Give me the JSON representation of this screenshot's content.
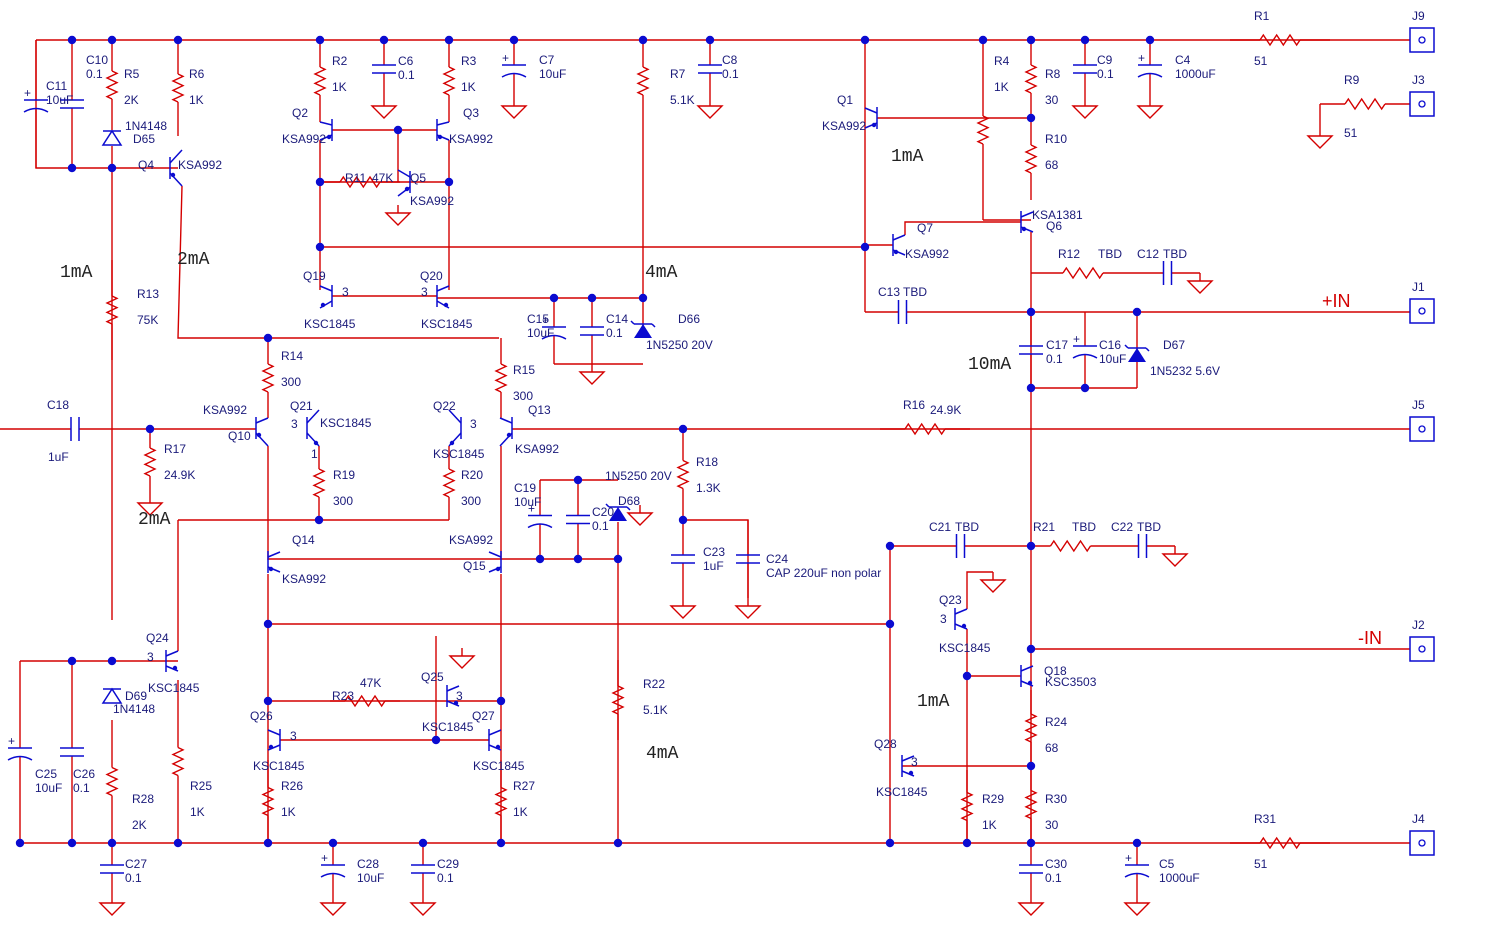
{
  "currents": {
    "c1": "1mA",
    "c2": "2mA",
    "c3": "4mA",
    "c4": "1mA",
    "c5": "10mA",
    "c6": "2mA",
    "c7": "1mA",
    "c8": "4mA"
  },
  "ports": {
    "j9": "J9",
    "j3": "J3",
    "j1": "J1",
    "j5": "J5",
    "j2": "J2",
    "j4": "J4",
    "plus_in": "+IN",
    "minus_in": "-IN"
  },
  "resistors": [
    {
      "id": "R1",
      "ref": "R1",
      "val": "51"
    },
    {
      "id": "R2",
      "ref": "R2",
      "val": "1K"
    },
    {
      "id": "R3",
      "ref": "R3",
      "val": "1K"
    },
    {
      "id": "R4",
      "ref": "R4",
      "val": "1K"
    },
    {
      "id": "R5",
      "ref": "R5",
      "val": "2K"
    },
    {
      "id": "R6",
      "ref": "R6",
      "val": "1K"
    },
    {
      "id": "R7",
      "ref": "R7",
      "val": "5.1K"
    },
    {
      "id": "R8",
      "ref": "R8",
      "val": "30"
    },
    {
      "id": "R9",
      "ref": "R9",
      "val": "51"
    },
    {
      "id": "R10",
      "ref": "R10",
      "val": "68"
    },
    {
      "id": "R11",
      "ref": "R11",
      "val": "47K"
    },
    {
      "id": "R12",
      "ref": "R12",
      "val": "TBD"
    },
    {
      "id": "R13",
      "ref": "R13",
      "val": "75K"
    },
    {
      "id": "R14",
      "ref": "R14",
      "val": "300"
    },
    {
      "id": "R15",
      "ref": "R15",
      "val": "300"
    },
    {
      "id": "R16",
      "ref": "R16",
      "val": "24.9K"
    },
    {
      "id": "R17",
      "ref": "R17",
      "val": "24.9K"
    },
    {
      "id": "R18",
      "ref": "R18",
      "val": "1.3K"
    },
    {
      "id": "R19",
      "ref": "R19",
      "val": "300"
    },
    {
      "id": "R20",
      "ref": "R20",
      "val": "300"
    },
    {
      "id": "R21",
      "ref": "R21",
      "val": "TBD"
    },
    {
      "id": "R22",
      "ref": "R22",
      "val": "5.1K"
    },
    {
      "id": "R23",
      "ref": "R23",
      "val": "47K"
    },
    {
      "id": "R24",
      "ref": "R24",
      "val": "68"
    },
    {
      "id": "R25",
      "ref": "R25",
      "val": "1K"
    },
    {
      "id": "R26",
      "ref": "R26",
      "val": "1K"
    },
    {
      "id": "R27",
      "ref": "R27",
      "val": "1K"
    },
    {
      "id": "R28",
      "ref": "R28",
      "val": "2K"
    },
    {
      "id": "R29",
      "ref": "R29",
      "val": "1K"
    },
    {
      "id": "R30",
      "ref": "R30",
      "val": "30"
    },
    {
      "id": "R31",
      "ref": "R31",
      "val": "51"
    }
  ],
  "capacitors": [
    {
      "id": "C4",
      "ref": "C4",
      "val": "1000uF"
    },
    {
      "id": "C5",
      "ref": "C5",
      "val": "1000uF"
    },
    {
      "id": "C6",
      "ref": "C6",
      "val": "0.1"
    },
    {
      "id": "C7",
      "ref": "C7",
      "val": "10uF"
    },
    {
      "id": "C8",
      "ref": "C8",
      "val": "0.1"
    },
    {
      "id": "C9",
      "ref": "C9",
      "val": "0.1"
    },
    {
      "id": "C10",
      "ref": "C10",
      "val": "0.1"
    },
    {
      "id": "C11",
      "ref": "C11",
      "val": "10uF"
    },
    {
      "id": "C12",
      "ref": "C12",
      "val": "TBD"
    },
    {
      "id": "C13",
      "ref": "C13",
      "val": "TBD"
    },
    {
      "id": "C14",
      "ref": "C14",
      "val": "0.1"
    },
    {
      "id": "C15",
      "ref": "C15",
      "val": "10uF"
    },
    {
      "id": "C16",
      "ref": "C16",
      "val": "10uF"
    },
    {
      "id": "C17",
      "ref": "C17",
      "val": "0.1"
    },
    {
      "id": "C18",
      "ref": "C18",
      "val": "1uF"
    },
    {
      "id": "C19",
      "ref": "C19",
      "val": "10uF"
    },
    {
      "id": "C20",
      "ref": "C20",
      "val": "0.1"
    },
    {
      "id": "C21",
      "ref": "C21",
      "val": "TBD"
    },
    {
      "id": "C22",
      "ref": "C22",
      "val": "TBD"
    },
    {
      "id": "C23",
      "ref": "C23",
      "val": "1uF"
    },
    {
      "id": "C24",
      "ref": "C24",
      "val": "CAP 220uF non polar"
    },
    {
      "id": "C25",
      "ref": "C25",
      "val": "10uF"
    },
    {
      "id": "C26",
      "ref": "C26",
      "val": "0.1"
    },
    {
      "id": "C27",
      "ref": "C27",
      "val": "0.1"
    },
    {
      "id": "C28",
      "ref": "C28",
      "val": "10uF"
    },
    {
      "id": "C29",
      "ref": "C29",
      "val": "0.1"
    },
    {
      "id": "C30",
      "ref": "C30",
      "val": "0.1"
    }
  ],
  "transistors": [
    {
      "id": "Q1",
      "ref": "Q1",
      "part": "KSA992"
    },
    {
      "id": "Q2",
      "ref": "Q2",
      "part": "KSA992"
    },
    {
      "id": "Q3",
      "ref": "Q3",
      "part": "KSA992"
    },
    {
      "id": "Q4",
      "ref": "Q4",
      "part": "KSA992"
    },
    {
      "id": "Q5",
      "ref": "Q5",
      "part": "KSA992"
    },
    {
      "id": "Q6",
      "ref": "Q6",
      "part": "KSA1381"
    },
    {
      "id": "Q7",
      "ref": "Q7",
      "part": "KSA992"
    },
    {
      "id": "Q10",
      "ref": "Q10",
      "part": "KSA992"
    },
    {
      "id": "Q13",
      "ref": "Q13",
      "part": "KSA992"
    },
    {
      "id": "Q14",
      "ref": "Q14",
      "part": "KSA992"
    },
    {
      "id": "Q15",
      "ref": "Q15",
      "part": "KSA992"
    },
    {
      "id": "Q18",
      "ref": "Q18",
      "part": "KSC3503"
    },
    {
      "id": "Q19",
      "ref": "Q19",
      "part": "KSC1845"
    },
    {
      "id": "Q20",
      "ref": "Q20",
      "part": "KSC1845"
    },
    {
      "id": "Q21",
      "ref": "Q21",
      "part": "KSC1845"
    },
    {
      "id": "Q22",
      "ref": "Q22",
      "part": "KSC1845"
    },
    {
      "id": "Q23",
      "ref": "Q23",
      "part": "KSC1845"
    },
    {
      "id": "Q24",
      "ref": "Q24",
      "part": "KSC1845"
    },
    {
      "id": "Q25",
      "ref": "Q25",
      "part": "KSC1845"
    },
    {
      "id": "Q26",
      "ref": "Q26",
      "part": "KSC1845"
    },
    {
      "id": "Q27",
      "ref": "Q27",
      "part": "KSC1845"
    },
    {
      "id": "Q28",
      "ref": "Q28",
      "part": "KSC1845"
    }
  ],
  "diodes": [
    {
      "id": "D65",
      "ref": "D65",
      "part": "1N4148"
    },
    {
      "id": "D66",
      "ref": "D66",
      "part": "1N5250 20V"
    },
    {
      "id": "D67",
      "ref": "D67",
      "part": "1N5232 5.6V"
    },
    {
      "id": "D68",
      "ref": "D68",
      "part": "1N5250 20V"
    },
    {
      "id": "D69",
      "ref": "D69",
      "part": "1N4148"
    }
  ],
  "pin_labels": {
    "p3": "3",
    "p1": "1"
  }
}
